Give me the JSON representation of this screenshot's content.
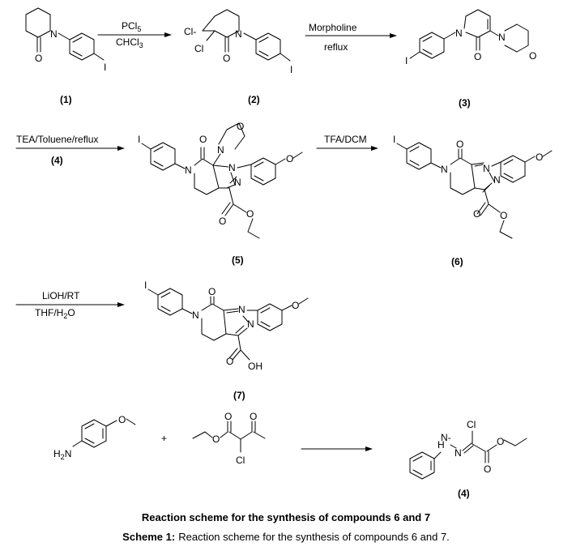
{
  "figure": {
    "caption_heading": "Reaction scheme for the synthesis of compounds 6 and 7",
    "caption_label": "Scheme 1:",
    "caption_text": "Reaction scheme for the synthesis of compounds 6 and 7."
  },
  "reagents": {
    "step1_top": "PCl",
    "step1_top_sub": "5",
    "step1_bottom": "CHCl",
    "step1_bottom_sub": "3",
    "step2_top": "Morpholine",
    "step2_bottom": "reflux",
    "step3_top": "TEA/Toluene/reflux",
    "step3_bottom": "(4)",
    "step4_top": "TFA/DCM",
    "step5_top": "LiOH/RT",
    "step5_bottom_a": "THF/H",
    "step5_bottom_sub": "2",
    "step5_bottom_b": "O",
    "plus": "+"
  },
  "compounds": {
    "c1": "(1)",
    "c2": "(2)",
    "c3": "(3)",
    "c5": "(5)",
    "c6": "(6)",
    "c7": "(7)",
    "c4": "(4)"
  },
  "atoms": {
    "N": "N",
    "O": "O",
    "I": "I",
    "Cl": "Cl",
    "Cl_dash": "Cl-",
    "OH": "OH",
    "H2N_a": "H",
    "H2N_sub": "2",
    "H2N_b": "N",
    "H": "H",
    "N_dash": "N-",
    "H_dash": "H-"
  }
}
